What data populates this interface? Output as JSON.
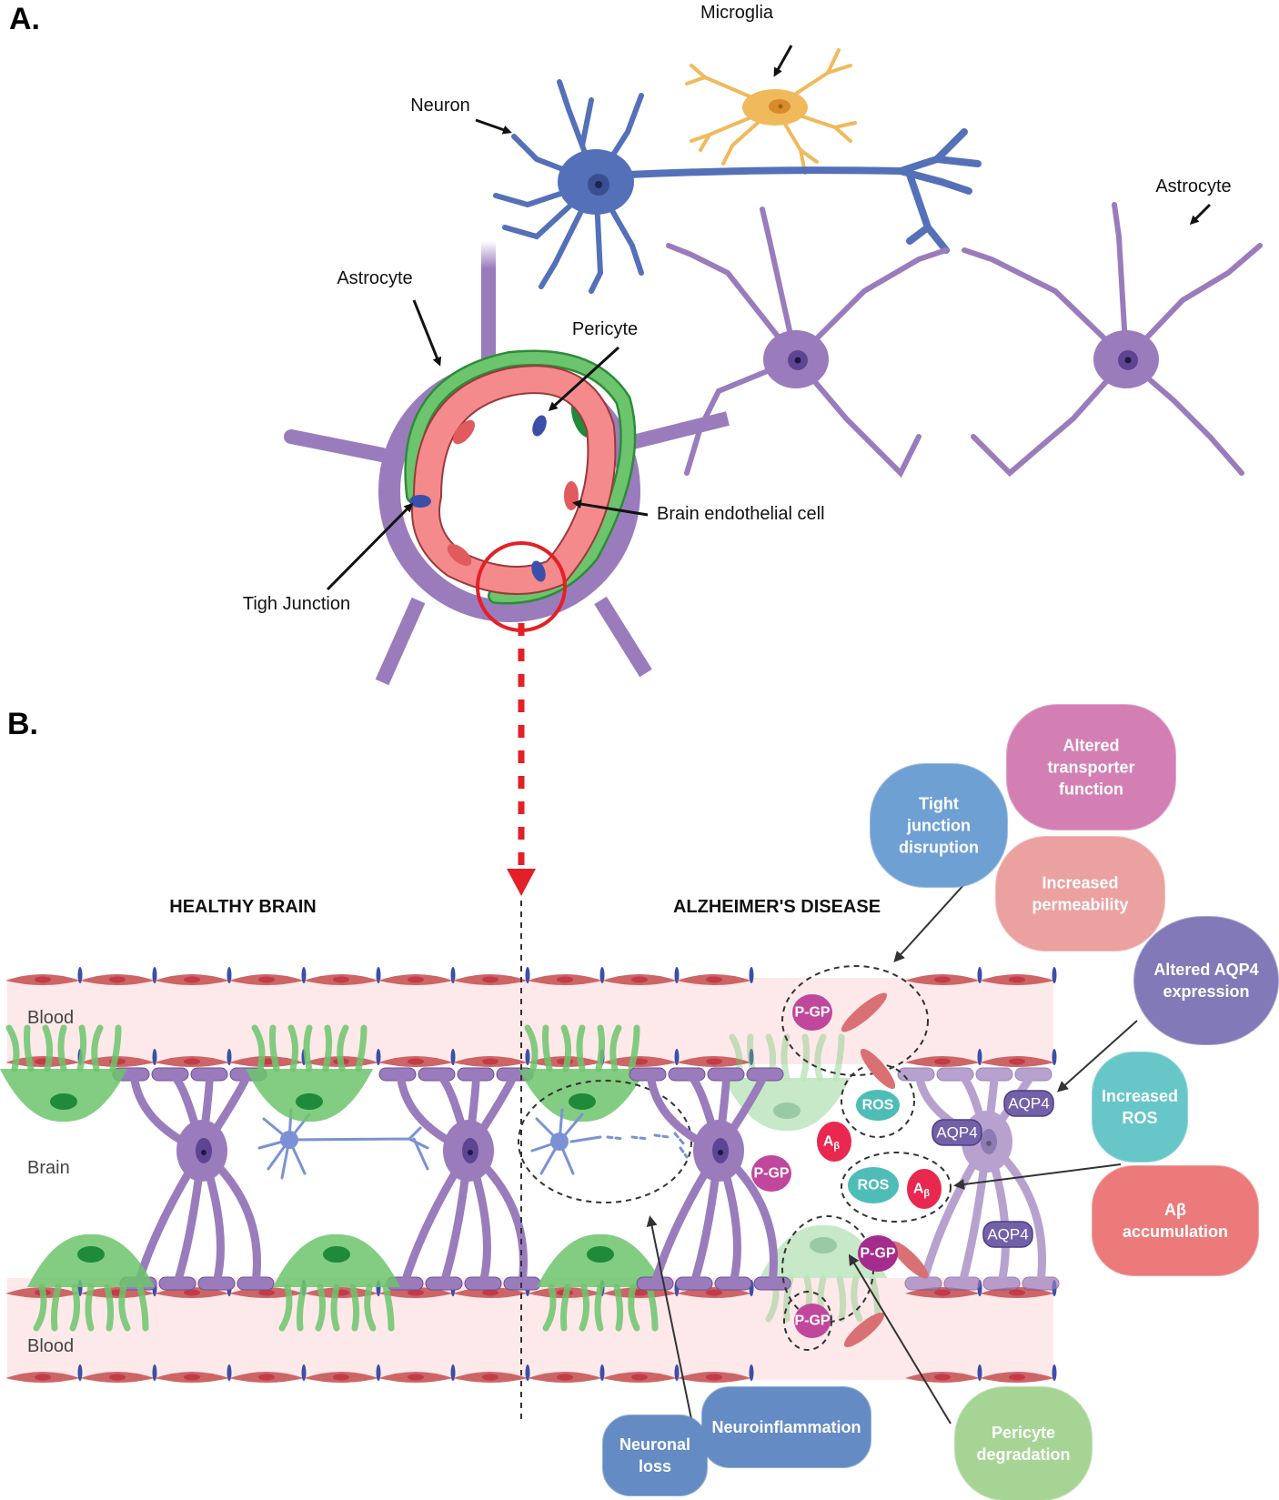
{
  "panels": {
    "a": {
      "label": "A."
    },
    "b": {
      "label": "B."
    }
  },
  "panel_a": {
    "labels": {
      "microglia": "Microglia",
      "neuron": "Neuron",
      "astrocyte_right": "Astrocyte",
      "astrocyte_left": "Astrocyte",
      "pericyte": "Pericyte",
      "endothelial": "Brain endothelial cell",
      "tight_junction": "Tigh Junction"
    }
  },
  "panel_b": {
    "headers": {
      "healthy": "HEALTHY BRAIN",
      "alzheimers": "ALZHEIMER'S DISEASE"
    },
    "regions": {
      "blood_top": "Blood",
      "brain": "Brain",
      "blood_bottom": "Blood"
    },
    "markers": {
      "pgp": "P-GP",
      "ros": "ROS",
      "abeta_main": "A",
      "abeta_sub": "β",
      "aqp4": "AQP4"
    },
    "bubbles": [
      {
        "id": "tight-junction-disruption",
        "lines": [
          "Tight",
          "junction",
          "disruption"
        ],
        "color": "#6fa0d4"
      },
      {
        "id": "altered-transporter-function",
        "lines": [
          "Altered",
          "transporter",
          "function"
        ],
        "color": "#d47fb4"
      },
      {
        "id": "increased-permeability",
        "lines": [
          "Increased",
          "permeability"
        ],
        "color": "#eba1a0"
      },
      {
        "id": "altered-aqp4-expression",
        "lines": [
          "Altered AQP4",
          "expression"
        ],
        "color": "#8279b8"
      },
      {
        "id": "increased-ros",
        "lines": [
          "Increased",
          "ROS"
        ],
        "color": "#66c6c8"
      },
      {
        "id": "abeta-accumulation",
        "lines": [
          "Aβ",
          "accumulation"
        ],
        "color": "#ec7a7a"
      },
      {
        "id": "neuroinflammation",
        "lines": [
          "Neuroinflammation"
        ],
        "color": "#648bc4"
      },
      {
        "id": "neuronal-loss",
        "lines": [
          "Neuronal",
          "loss"
        ],
        "color": "#648bc4"
      },
      {
        "id": "pericyte-degradation",
        "lines": [
          "Pericyte",
          "degradation"
        ],
        "color": "#a6d495"
      }
    ]
  },
  "colors": {
    "neuron": "#5470b8",
    "microglia": "#f0b95c",
    "astrocyte": "#9a7cbc",
    "endothelial": "#cd6567",
    "pericyte": "#6cc46c",
    "blood": "#fde9ea",
    "tight_junction": "#3c4fa8",
    "red_arrow": "#e32027",
    "pgp": "#c0479c",
    "ros": "#4fbdb7",
    "abeta": "#e8284f",
    "aqp4": "#7261a8"
  }
}
